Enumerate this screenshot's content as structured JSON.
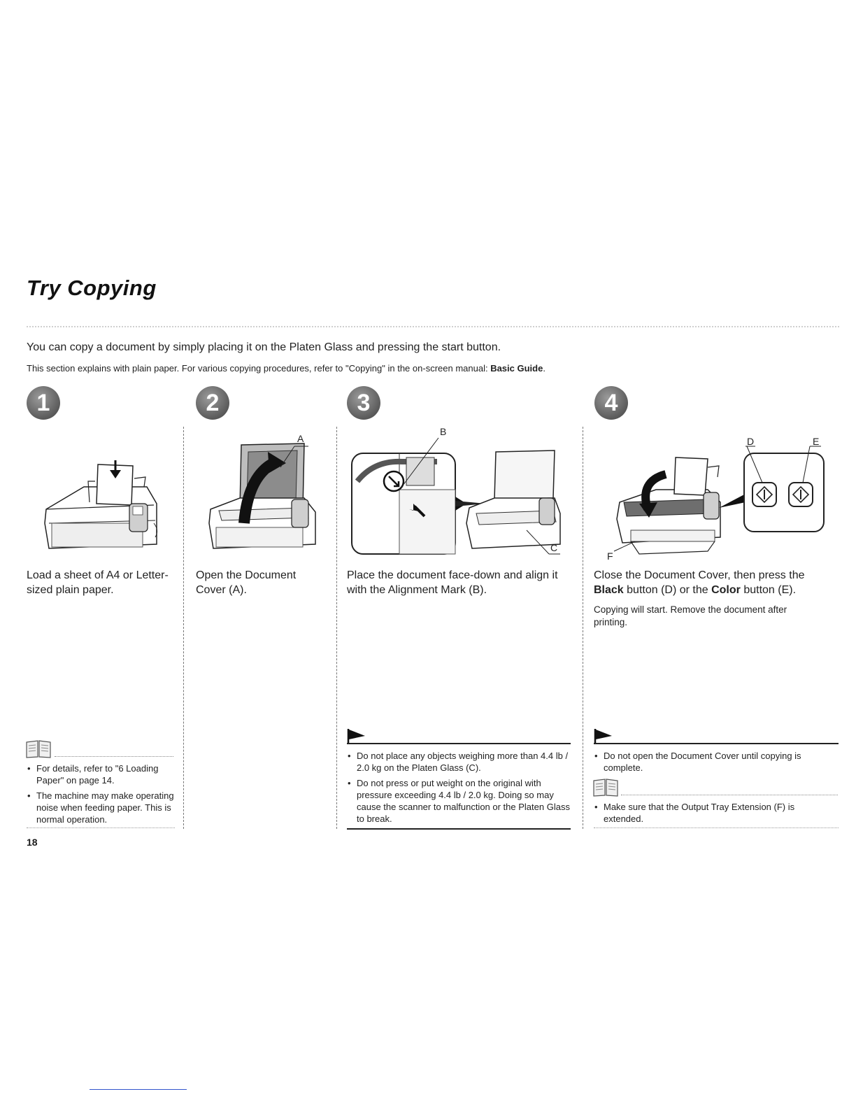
{
  "title": "Try Copying",
  "intro": {
    "line1": "You can copy a document by simply placing it on the Platen Glass and pressing the start button.",
    "line2_prefix": "This section explains with plain paper. For various copying procedures, refer to \"Copying\" in the on-screen manual: ",
    "line2_bold": "Basic Guide",
    "line2_suffix": "."
  },
  "steps": [
    {
      "number": "1",
      "text": "Load a sheet of A4 or Letter-sized plain paper.",
      "note_items": [
        "For details, refer to \"6 Loading Paper\" on page 14.",
        "The machine may make operating noise when feeding paper. This is normal operation."
      ]
    },
    {
      "number": "2",
      "text": "Open the Document Cover (A).",
      "callout": "A"
    },
    {
      "number": "3",
      "text": "Place the document face-down and align it with the Alignment Mark (B).",
      "callouts": [
        "B",
        "C"
      ],
      "caution_items": [
        "Do not place any objects weighing more than 4.4 lb / 2.0 kg on the Platen Glass (C).",
        "Do not press or put weight on the original with pressure exceeding 4.4 lb / 2.0 kg. Doing so may cause the scanner to malfunction or the Platen Glass to break."
      ]
    },
    {
      "number": "4",
      "text_prefix": "Close the Document Cover, then press the ",
      "text_bold1": "Black",
      "text_mid": " button (D) or the ",
      "text_bold2": "Color",
      "text_suffix": " button (E).",
      "subtext": "Copying will start. Remove the document after printing.",
      "callouts": [
        "D",
        "E",
        "F"
      ],
      "caution_items": [
        "Do not open the Document Cover until copying is complete."
      ],
      "note_items": [
        "Make sure that the Output Tray Extension (F) is extended."
      ]
    }
  ],
  "page_number": "18",
  "icons": {
    "step_badge": "numbered-circle-icon",
    "note": "book-note-icon",
    "caution": "caution-flag-icon",
    "start_button": "start-diamond-icon"
  }
}
